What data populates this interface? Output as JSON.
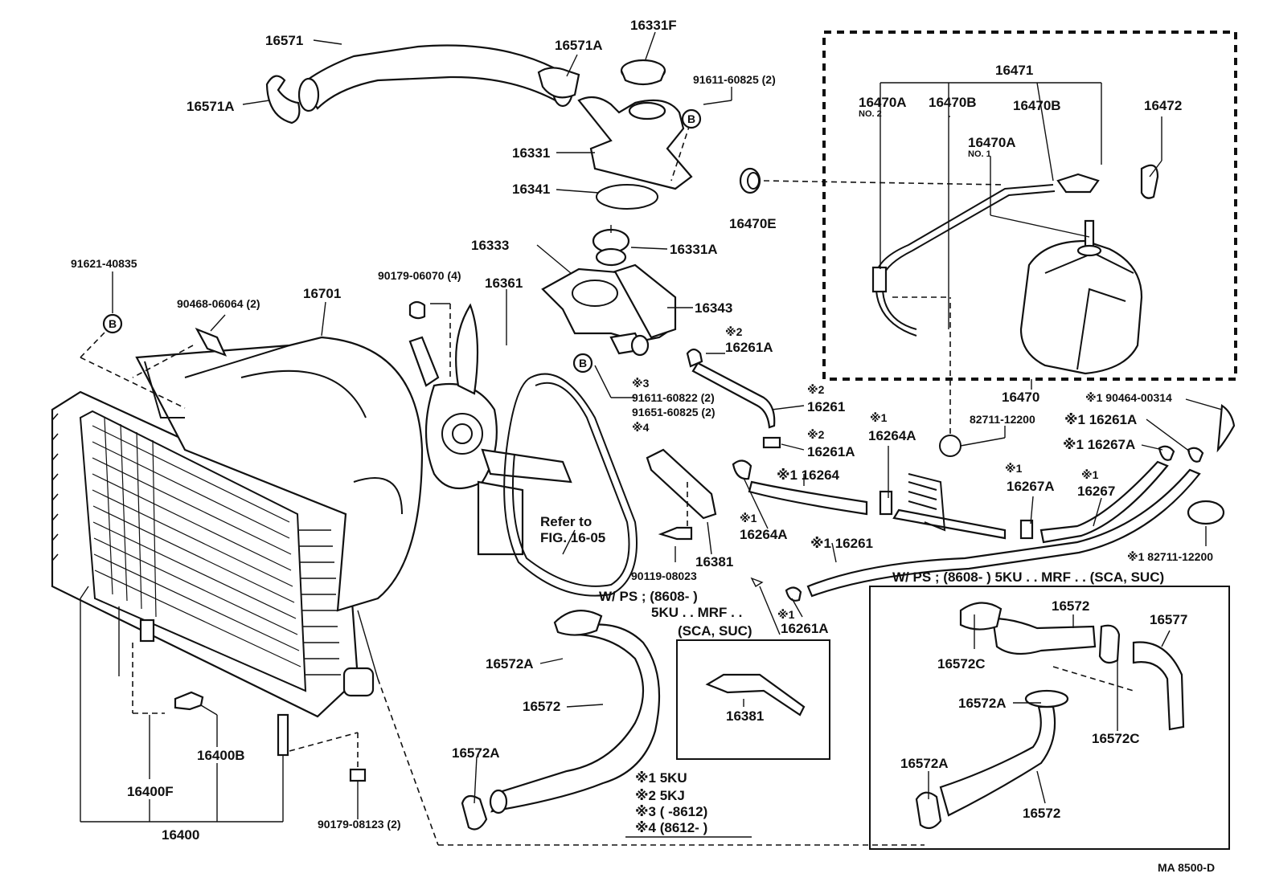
{
  "diagram": {
    "drawing_code": "MA  8500-D",
    "labels": {
      "p16571": "16571",
      "p16571A_top": "16571A",
      "p16571A_left": "16571A",
      "p16331F": "16331F",
      "p91611_60825": "91611-60825 (2)",
      "p16331": "16331",
      "p16341": "16341",
      "p16331A": "16331A",
      "p16333": "16333",
      "p16343": "16343",
      "p91621_40835": "91621-40835",
      "p90468_06064": "90468-06064 (2)",
      "p16701": "16701",
      "p90179_06070": "90179-06070 (4)",
      "p16361": "16361",
      "p91611_60822": "91611-60822 (2)",
      "p91651_60825": "91651-60825 (2)",
      "mark3": "※3",
      "mark4": "※4",
      "p16261A_a": "16261A",
      "mark2_a": "※2",
      "p16261_a": "16261",
      "mark2_b": "※2",
      "p16261A_b": "16261A",
      "mark2_c": "※2",
      "p16471": "16471",
      "p16470A_no2": "16470A",
      "no2": "NO. 2",
      "p16470B_a": "16470B",
      "p16470B_b": "16470B",
      "p16472": "16472",
      "p16470A_no1": "16470A",
      "no1": "NO. 1",
      "p16470E": "16470E",
      "p16470": "16470",
      "p90464_00314": "※1 90464-00314",
      "p16261A_c": "※1 16261A",
      "p16267A_a": "※1 16267A",
      "p82711_12200_a": "82711-12200",
      "p16264A_top": "16264A",
      "mark1_a": "※1",
      "p16264": "※1 16264",
      "mark1_b": "※1",
      "p16264A_b": "16264A",
      "mark1_c": "※1",
      "p16267A_b": "16267A",
      "mark1_d": "※1",
      "p16267": "16267",
      "p82711_12200_b": "※1 82711-12200",
      "p16261_b": "※1 16261",
      "p16261A_d": "16261A",
      "mark1_e": "※1",
      "p16381_a": "16381",
      "p90119_08023": "90119-08023",
      "refer1": "Refer to",
      "refer2": "FIG. 16-05",
      "wps_left1": "W/ PS ; (8608-        )",
      "wps_left2": "5KU . . MRF . .",
      "wps_left3": "(SCA, SUC)",
      "wps_right": "W/ PS ; (8608-          ) 5KU . . MRF . . (SCA, SUC)",
      "p16381_b": "16381",
      "p16572A_a": "16572A",
      "p16572_a": "16572",
      "p16572A_b": "16572A",
      "p16572_r1": "16572",
      "p16577": "16577",
      "p16572C_a": "16572C",
      "p16572A_r1": "16572A",
      "p16572C_b": "16572C",
      "p16572A_r2": "16572A",
      "p16572_r2": "16572",
      "p16400B": "16400B",
      "p16400F": "16400F",
      "p16400": "16400",
      "p90179_08123": "90179-08123 (2)",
      "B_circle": "B"
    },
    "legend": [
      "※1 5KU",
      "※2 5KJ",
      "※3 (        -8612)",
      "※4 (8612-          )"
    ]
  }
}
